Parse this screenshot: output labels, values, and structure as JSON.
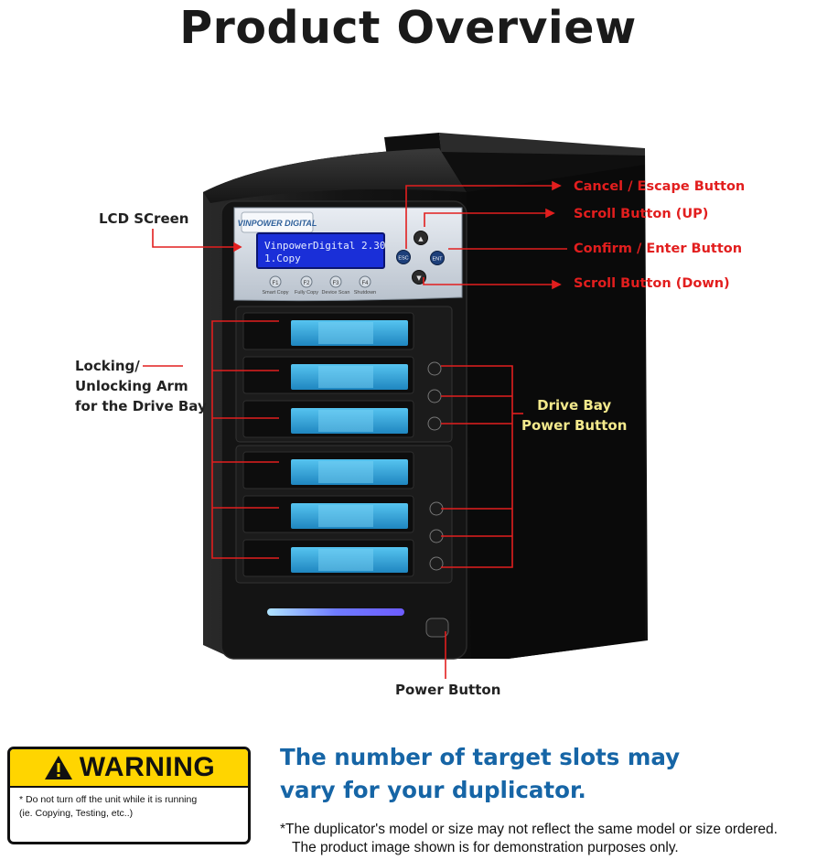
{
  "title": "Product Overview",
  "device": {
    "logo_text": "VINPOWER DIGITAL",
    "lcd_line1": "VinpowerDigital 2.30",
    "lcd_line2": "1.Copy",
    "keys": {
      "esc": "ESC",
      "ent": "ENT",
      "up": "▲",
      "down": "▼"
    },
    "function_keys": [
      {
        "key": "F1",
        "label": "Smart Copy"
      },
      {
        "key": "F2",
        "label": "Fully Copy"
      },
      {
        "key": "F3",
        "label": "Device Scan"
      },
      {
        "key": "F4",
        "label": "Shutdown"
      }
    ],
    "drive_bays": 6,
    "colors": {
      "body": "#111111",
      "bay_handle": "#2fa0d8",
      "callout": "#e21e1e",
      "led": "#6f7cff"
    }
  },
  "labels": {
    "lcd_screen": "LCD SCreen",
    "cancel_escape": "Cancel / Escape Button",
    "scroll_up": "Scroll Button (UP)",
    "confirm_enter": "Confirm / Enter Button",
    "scroll_down": "Scroll Button (Down)",
    "locking_line1": "Locking/",
    "locking_line2": "Unlocking Arm",
    "locking_line3": "for the Drive Bay",
    "drive_bay_line1": "Drive Bay",
    "drive_bay_line2": "Power Button",
    "power_button": "Power Button"
  },
  "warning": {
    "title": "WARNING",
    "line1": "* Do not turn off the unit while it is running",
    "line2": "(ie. Copying, Testing, etc..)"
  },
  "slots_note": {
    "line1": "The number of target slots may",
    "line2": "vary for your duplicator."
  },
  "disclaimer": {
    "line1": "*The duplicator's model or size may not reflect the same model or size ordered.",
    "line2": "The product image shown is for demonstration purposes only."
  }
}
